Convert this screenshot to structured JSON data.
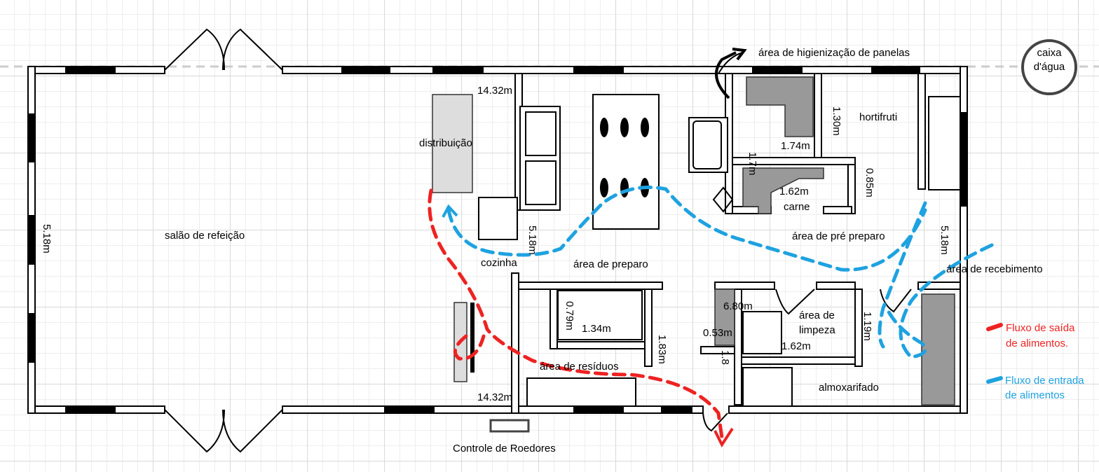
{
  "rooms": {
    "salao": "salão de refeição",
    "distribuicao": "distribuição",
    "cozinha": "cozinha",
    "area_preparo": "área de preparo",
    "area_higienizacao": "área de higienização de panelas",
    "hortifruti": "hortifruti",
    "carne": "carne",
    "area_pre_preparo": "área de pré preparo",
    "area_recebimento": "área de recebimento",
    "area_limpeza_1": "área de",
    "area_limpeza_2": "limpeza",
    "almoxarifado": "almoxarifado",
    "area_residuos": "área de resíduos",
    "controle_roedores": "Controle de Roedores",
    "caixa_agua_1": "caixa",
    "caixa_agua_2": "d'água"
  },
  "dimensions": {
    "d1": "14.32m",
    "d2": "14.32m",
    "d3": "5.18m",
    "d4": "5.18m",
    "d5": "5.18m",
    "d6": "1.30m",
    "d7": "1.74m",
    "d8": "1.62m",
    "d9": "0.85m",
    "d10": "1.7m",
    "d11": "0.79m",
    "d12": "1.34m",
    "d13": "1.83m",
    "d14": "6.80m",
    "d15": "0.53m",
    "d16": "1.62m",
    "d17": "1.19m",
    "d18": "1.8"
  },
  "legend": {
    "saida_1": "Fluxo de saída",
    "saida_2": "de alimentos.",
    "entrada_1": "Fluxo de entrada",
    "entrada_2": "de alimentos",
    "colors": {
      "saida": "#ee2222",
      "entrada": "#1ea2e0"
    }
  }
}
